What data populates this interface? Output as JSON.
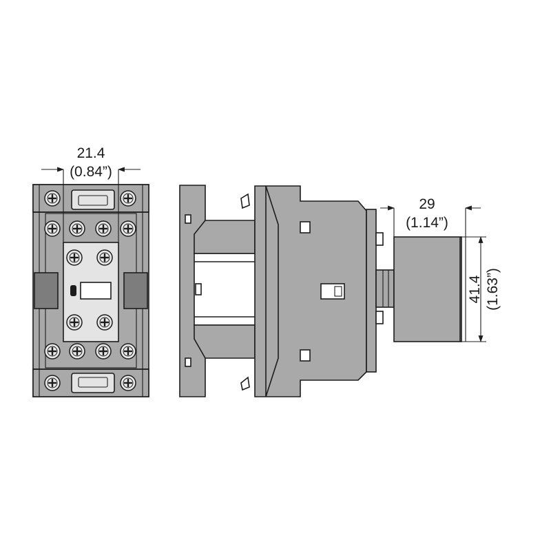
{
  "dimensions": {
    "front_width": {
      "value": "21.4",
      "inches": "(0.84”)"
    },
    "coil_depth": {
      "value": "29",
      "inches": "(1.14”)"
    },
    "coil_height": {
      "value": "41.4",
      "inches": "(1.63”)"
    }
  },
  "colors": {
    "body": "#a9a9a9",
    "module": "#e4e4e4",
    "ink": "#1c1c1c"
  }
}
